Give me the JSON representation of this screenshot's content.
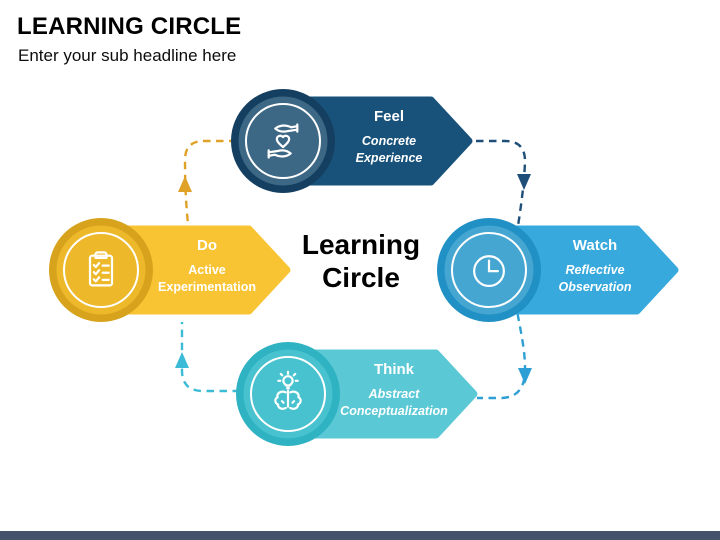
{
  "header": {
    "title": "LEARNING CIRCLE",
    "subtitle": "Enter your sub headline here"
  },
  "center": {
    "line1": "Learning",
    "line2": "Circle"
  },
  "nodes": [
    {
      "key": "feel",
      "title": "Feel",
      "subtitle": "Concrete Experience",
      "color": "#18527B",
      "circle_outer": "#153F60",
      "circle_inner": "#3D6885",
      "icon": "hands-heart-icon"
    },
    {
      "key": "watch",
      "title": "Watch",
      "subtitle": "Reflective Observation",
      "color": "#38A9DD",
      "circle_outer": "#2090C5",
      "circle_inner": "#45A6D1",
      "icon": "clock-icon"
    },
    {
      "key": "think",
      "title": "Think",
      "subtitle": "Abstract Conceptualization",
      "color": "#5BC8D5",
      "circle_outer": "#2FB3C2",
      "circle_inner": "#47C2CE",
      "icon": "brain-lightbulb-icon"
    },
    {
      "key": "do",
      "title": "Do",
      "subtitle": "Active Experimentation",
      "color": "#F9C433",
      "circle_outer": "#D7A31D",
      "circle_inner": "#EDB92A",
      "icon": "clipboard-checklist-icon"
    }
  ],
  "connectors": [
    {
      "from": "do",
      "to": "feel",
      "color": "#DFA126"
    },
    {
      "from": "feel",
      "to": "watch",
      "color": "#1F4E79"
    },
    {
      "from": "watch",
      "to": "think",
      "color": "#2E9FD4"
    },
    {
      "from": "think",
      "to": "do",
      "color": "#3CBBD6"
    }
  ],
  "footer": {
    "bar_color": "#44536A"
  }
}
